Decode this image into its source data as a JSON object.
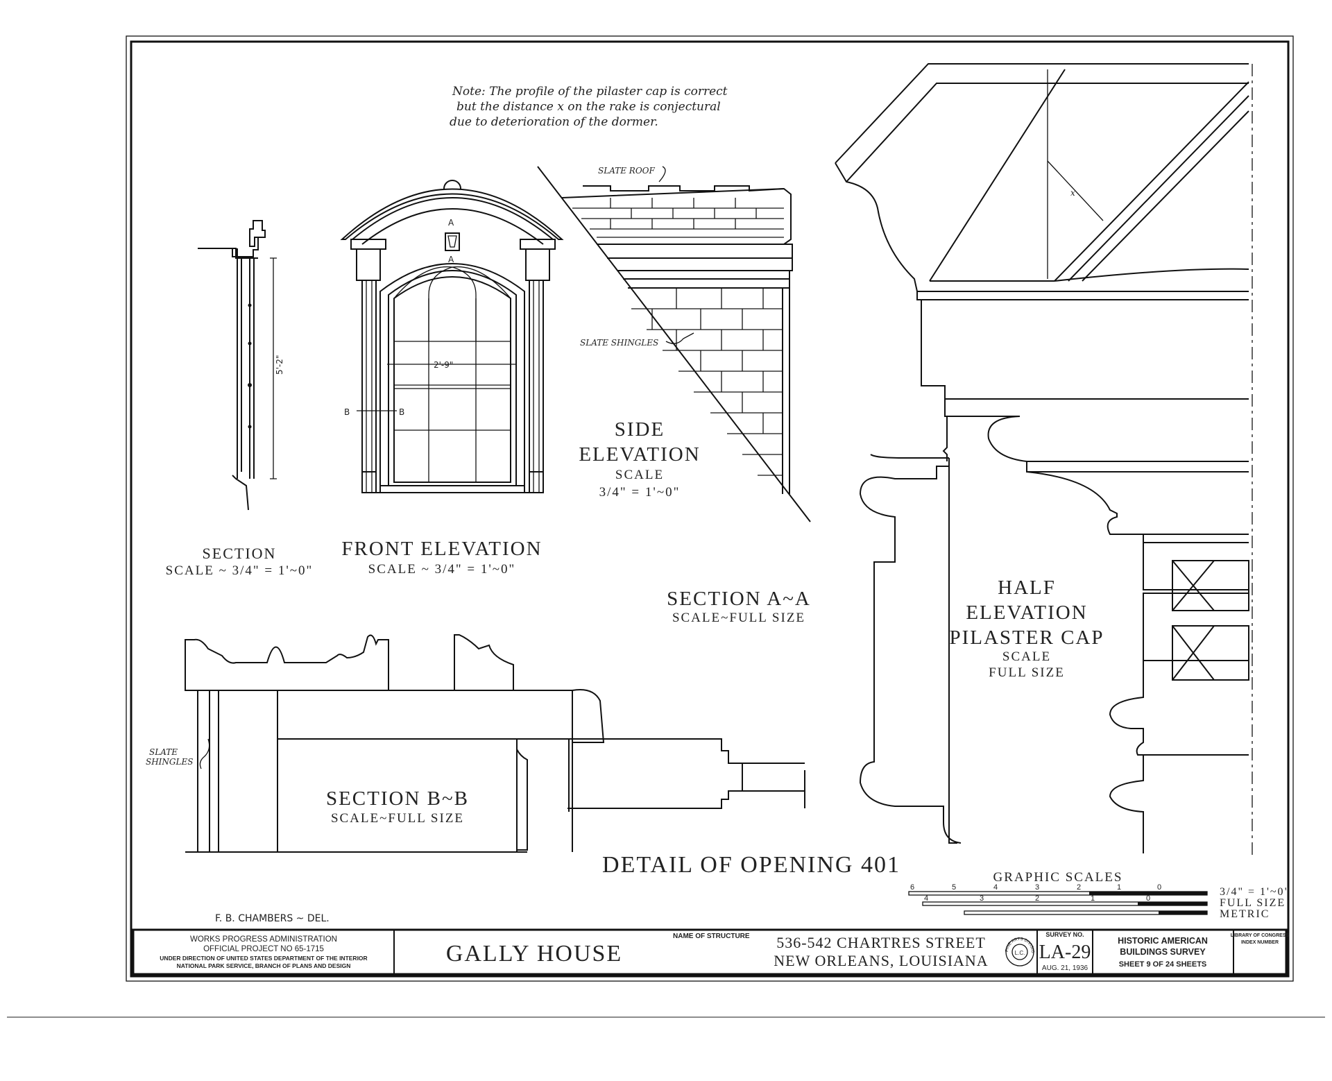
{
  "note": {
    "line1": "Note: The profile of the pilaster cap is correct",
    "line2": "but the distance x on the rake is conjectural",
    "line3": "due to deterioration of the dormer."
  },
  "drawings": {
    "section": {
      "title": "SECTION",
      "scale": "SCALE ~ 3/4\" = 1'~0\"",
      "dimension": "5'-2\""
    },
    "front_elevation": {
      "title": "FRONT ELEVATION",
      "scale": "SCALE ~ 3/4\" = 1'~0\"",
      "dimension": "2'-9\"",
      "marker_a": "A",
      "marker_b": "B"
    },
    "side_elevation": {
      "title1": "SIDE",
      "title2": "ELEVATION",
      "scale1": "SCALE",
      "scale2": "3/4\" = 1'~0\"",
      "label_roof": "SLATE ROOF",
      "label_shingles": "SLATE SHINGLES"
    },
    "section_aa": {
      "title": "SECTION A~A",
      "scale": "SCALE~FULL SIZE"
    },
    "section_bb": {
      "title": "SECTION B~B",
      "scale": "SCALE~FULL SIZE",
      "label_shingles1": "SLATE",
      "label_shingles2": "SHINGLES"
    },
    "half_elevation": {
      "line1": "HALF",
      "line2": "ELEVATION",
      "line3": "PILASTER CAP",
      "scale1": "SCALE",
      "scale2": "FULL SIZE",
      "rake_mark": "x"
    }
  },
  "detail_title": "DETAIL OF OPENING 401",
  "graphic_scales": {
    "title": "GRAPHIC SCALES",
    "row1_ticks": [
      "6",
      "5",
      "4",
      "3",
      "2",
      "1",
      "0"
    ],
    "row2_ticks": [
      "4",
      "3",
      "2",
      "1",
      "0"
    ],
    "labels": [
      "3/4\" = 1'~0\"",
      "FULL SIZE",
      "METRIC"
    ]
  },
  "delineator": "F. B. CHAMBERS ~ DEL.",
  "title_block": {
    "agency_line1": "WORKS PROGRESS ADMINISTRATION",
    "agency_line2": "OFFICIAL PROJECT NO 65-1715",
    "agency_line3": "UNDER DIRECTION OF UNITED STATES DEPARTMENT OF THE INTERIOR",
    "agency_line4": "NATIONAL PARK SERVICE, BRANCH OF PLANS AND DESIGN",
    "structure_label": "NAME OF STRUCTURE",
    "structure_name": "GALLY HOUSE",
    "address_line1": "536-542  CHARTRES STREET",
    "address_line2": "NEW ORLEANS, LOUISIANA",
    "seal_text": "FINE ARTS DIVISION",
    "seal_center": "L.C.",
    "survey_label": "SURVEY NO.",
    "survey_no": "LA-29",
    "survey_date": "AUG. 21, 1936",
    "habs_line1": "HISTORIC AMERICAN",
    "habs_line2": "BUILDINGS SURVEY",
    "sheet_line": "SHEET 9 OF 24 SHEETS",
    "loc_line1": "LIBRARY OF CONGRESS",
    "loc_line2": "INDEX NUMBER"
  }
}
